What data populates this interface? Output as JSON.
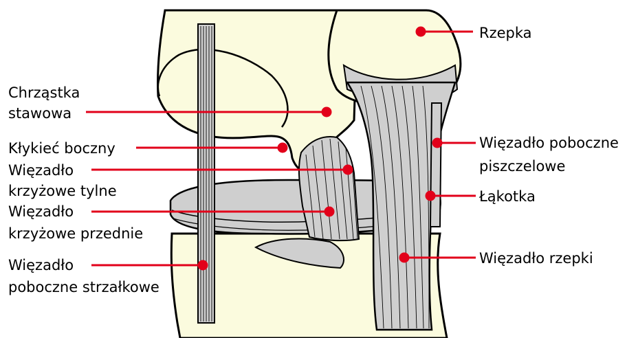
{
  "colors": {
    "bone": "#fbfbde",
    "ligament": "#c8c8c8",
    "outline": "#000000",
    "leader": "#e2001a"
  },
  "labels": {
    "rzepka": "Rzepka",
    "chrzastka_l1": "Chrząstka",
    "chrzastka_l2": "stawowa",
    "klykiec": "Kłykieć boczny",
    "pcl_l1": "Więzadło",
    "pcl_l2": "krzyżowe tylne",
    "acl_l1": "Więzadło",
    "acl_l2": "krzyżowe przednie",
    "fibular_l1": "Więzadło",
    "fibular_l2": "poboczne strzałkowe",
    "tibial_l1": "Więzadło poboczne",
    "tibial_l2": "piszczelowe",
    "lakotka": "Łąkotka",
    "patellar": "Więzadło rzepki"
  }
}
